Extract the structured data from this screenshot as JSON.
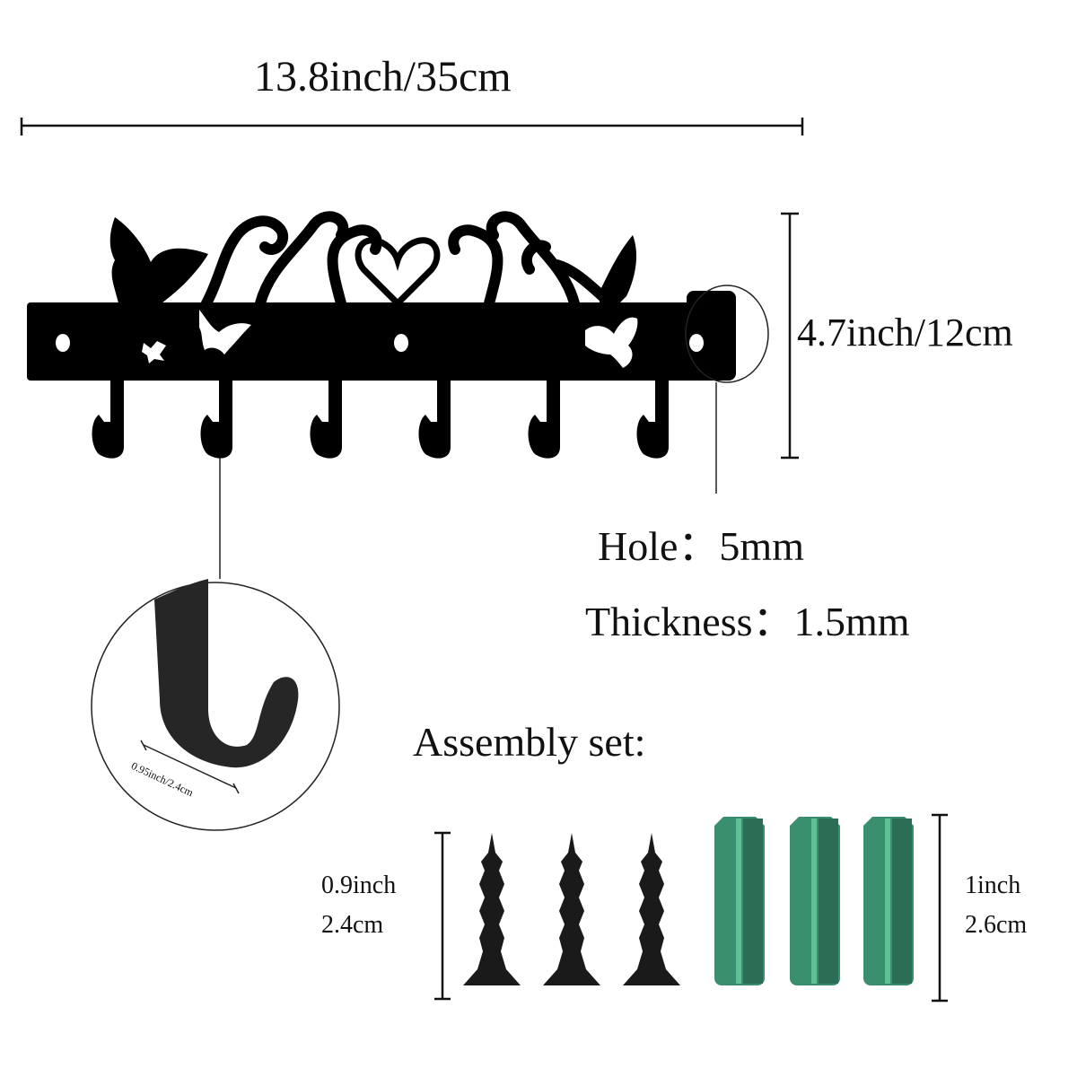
{
  "dimensions": {
    "width_label": "13.8inch/35cm",
    "height_label": "4.7inch/12cm",
    "hook_depth_label": "0.95inch/2.4cm"
  },
  "specs": {
    "hole": {
      "label": "Hole：",
      "value": "5mm"
    },
    "thickness": {
      "label": "Thickness：",
      "value": "1.5mm"
    }
  },
  "assembly": {
    "title": "Assembly set:",
    "screws": {
      "count": 3,
      "length_inch": "0.9inch",
      "length_cm": "2.4cm",
      "color": "#1a1a1a"
    },
    "anchors": {
      "count": 3,
      "length_inch": "1inch",
      "length_cm": "2.6cm",
      "color": "#3a8f6e"
    }
  },
  "product": {
    "hooks": 6,
    "mount_holes": 3,
    "color": "#000000",
    "decorations": [
      "butterfly",
      "scroll-heart",
      "butterfly"
    ]
  }
}
